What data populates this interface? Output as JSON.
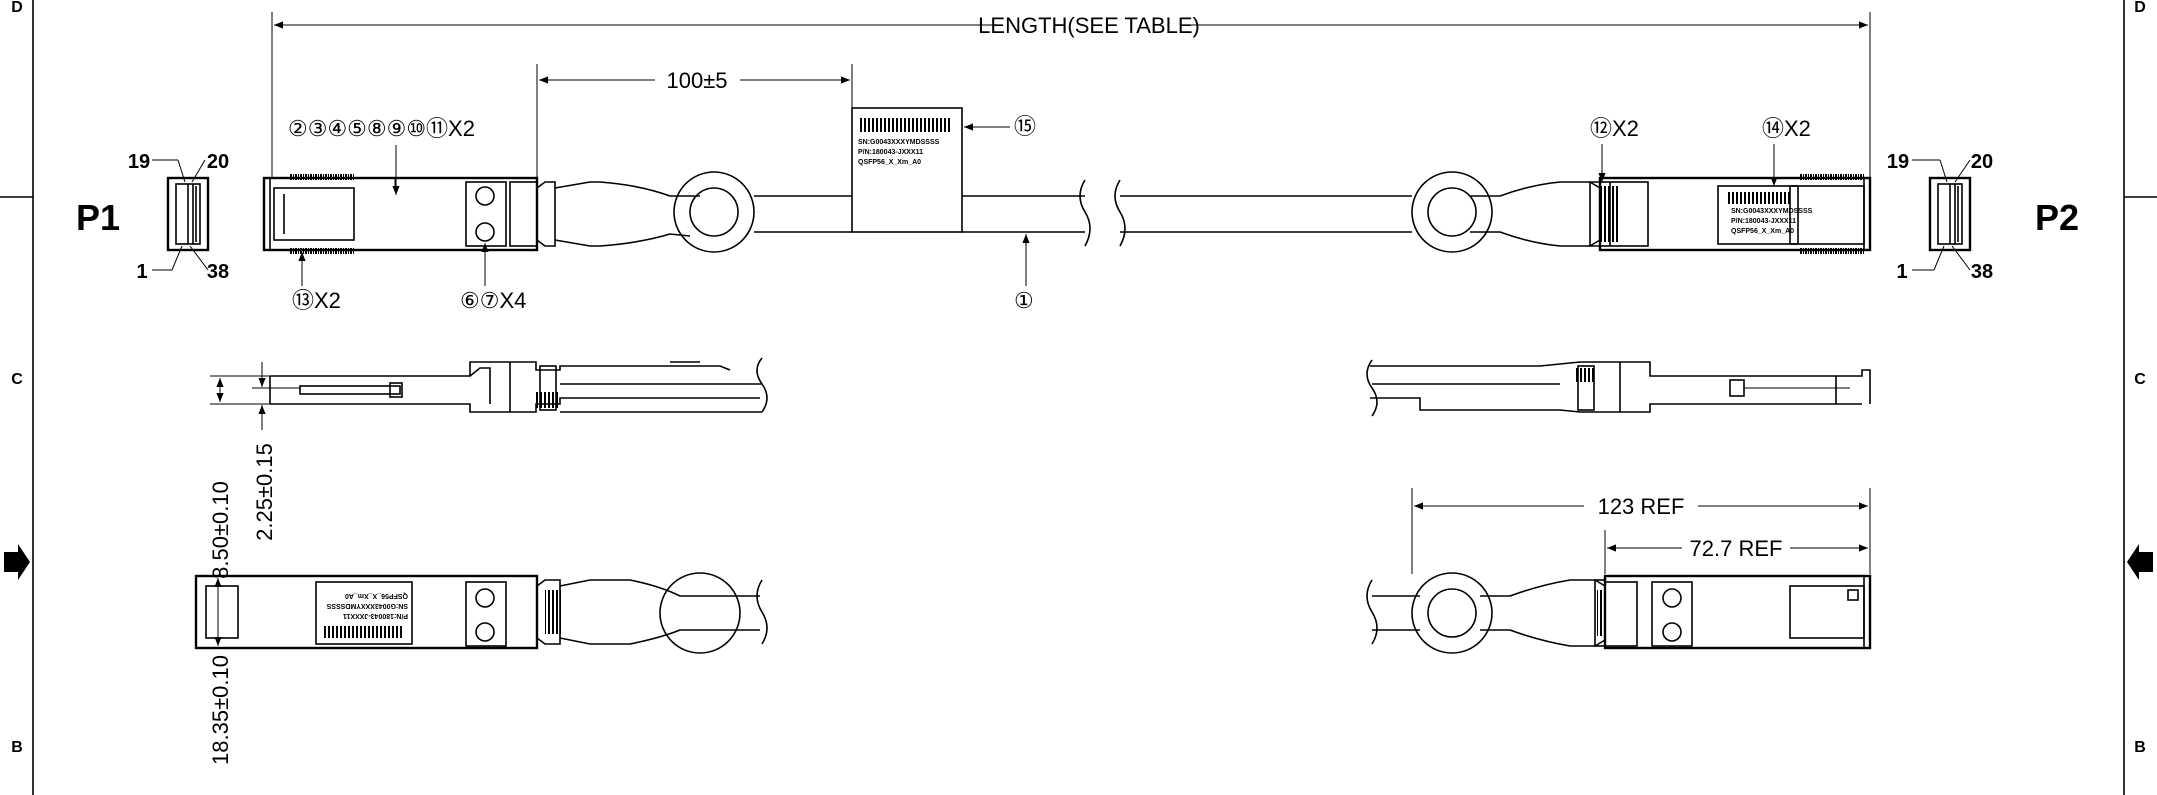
{
  "zones": {
    "left": [
      "D",
      "C",
      "B"
    ],
    "right": [
      "D",
      "C",
      "B"
    ]
  },
  "plugs": {
    "p1": "P1",
    "p2": "P2"
  },
  "pins": {
    "p1": [
      "19",
      "20",
      "1",
      "38"
    ],
    "p2": [
      "19",
      "20",
      "1",
      "38"
    ]
  },
  "dimensions": {
    "length": "LENGTH(SEE TABLE)",
    "tab_distance": "100±5",
    "height": "8.50±0.10",
    "thickness": "2.25±0.15",
    "width": "18.35±0.10",
    "ref_123": "123 REF",
    "ref_727": "72.7 REF"
  },
  "callouts": {
    "top_group": "②③④⑤⑧⑨⑩⑪X2",
    "bottom_13": "⑬X2",
    "bottom_67": "⑥⑦X4",
    "item_1": "①",
    "item_15": "⑮",
    "item_12": "⑫X2",
    "item_14": "⑭X2"
  },
  "label_text": {
    "sn": "SN:G0043XXXYMDSSSS",
    "pn": "P/N:180043-JXXX11",
    "model": "QSFP56_X_Xm_A0"
  },
  "colors": {
    "line": "#000000",
    "background": "#ffffff"
  }
}
